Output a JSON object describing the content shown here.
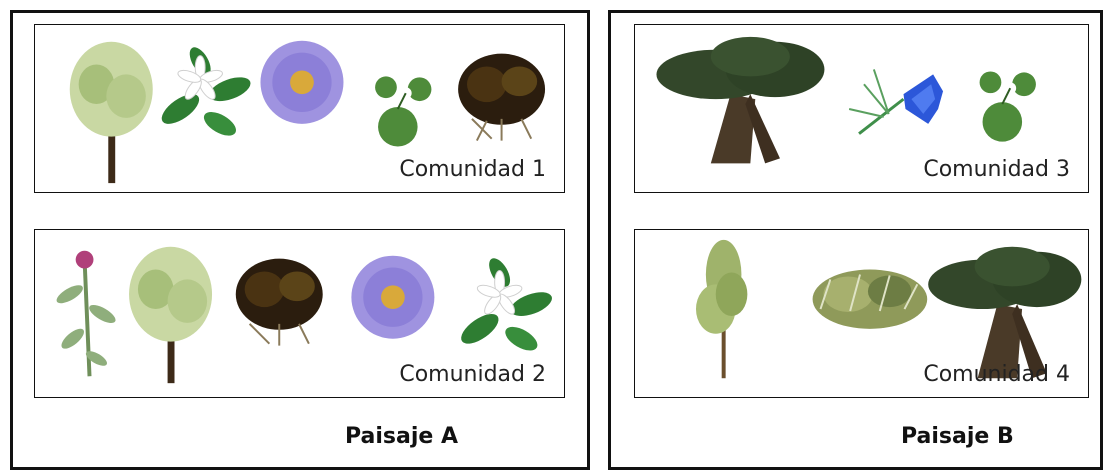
{
  "landscapes": [
    {
      "label": "Paisaje A",
      "communities": [
        {
          "label": "Comunidad 1",
          "plants": [
            "tree-icon",
            "white-flower-icon",
            "purple-aster-icon",
            "clover-icon",
            "dark-shrub-icon"
          ]
        },
        {
          "label": "Comunidad 2",
          "plants": [
            "thistle-icon",
            "tree-icon",
            "dark-shrub-icon",
            "purple-aster-icon",
            "white-flower-icon"
          ]
        }
      ]
    },
    {
      "label": "Paisaje B",
      "communities": [
        {
          "label": "Comunidad 3",
          "plants": [
            "dragon-tree-icon",
            "blue-flower-icon",
            "clover-icon"
          ]
        },
        {
          "label": "Comunidad 4",
          "plants": [
            "pine-tree-icon",
            "palm-shrub-icon",
            "dragon-tree-icon"
          ]
        }
      ]
    }
  ]
}
